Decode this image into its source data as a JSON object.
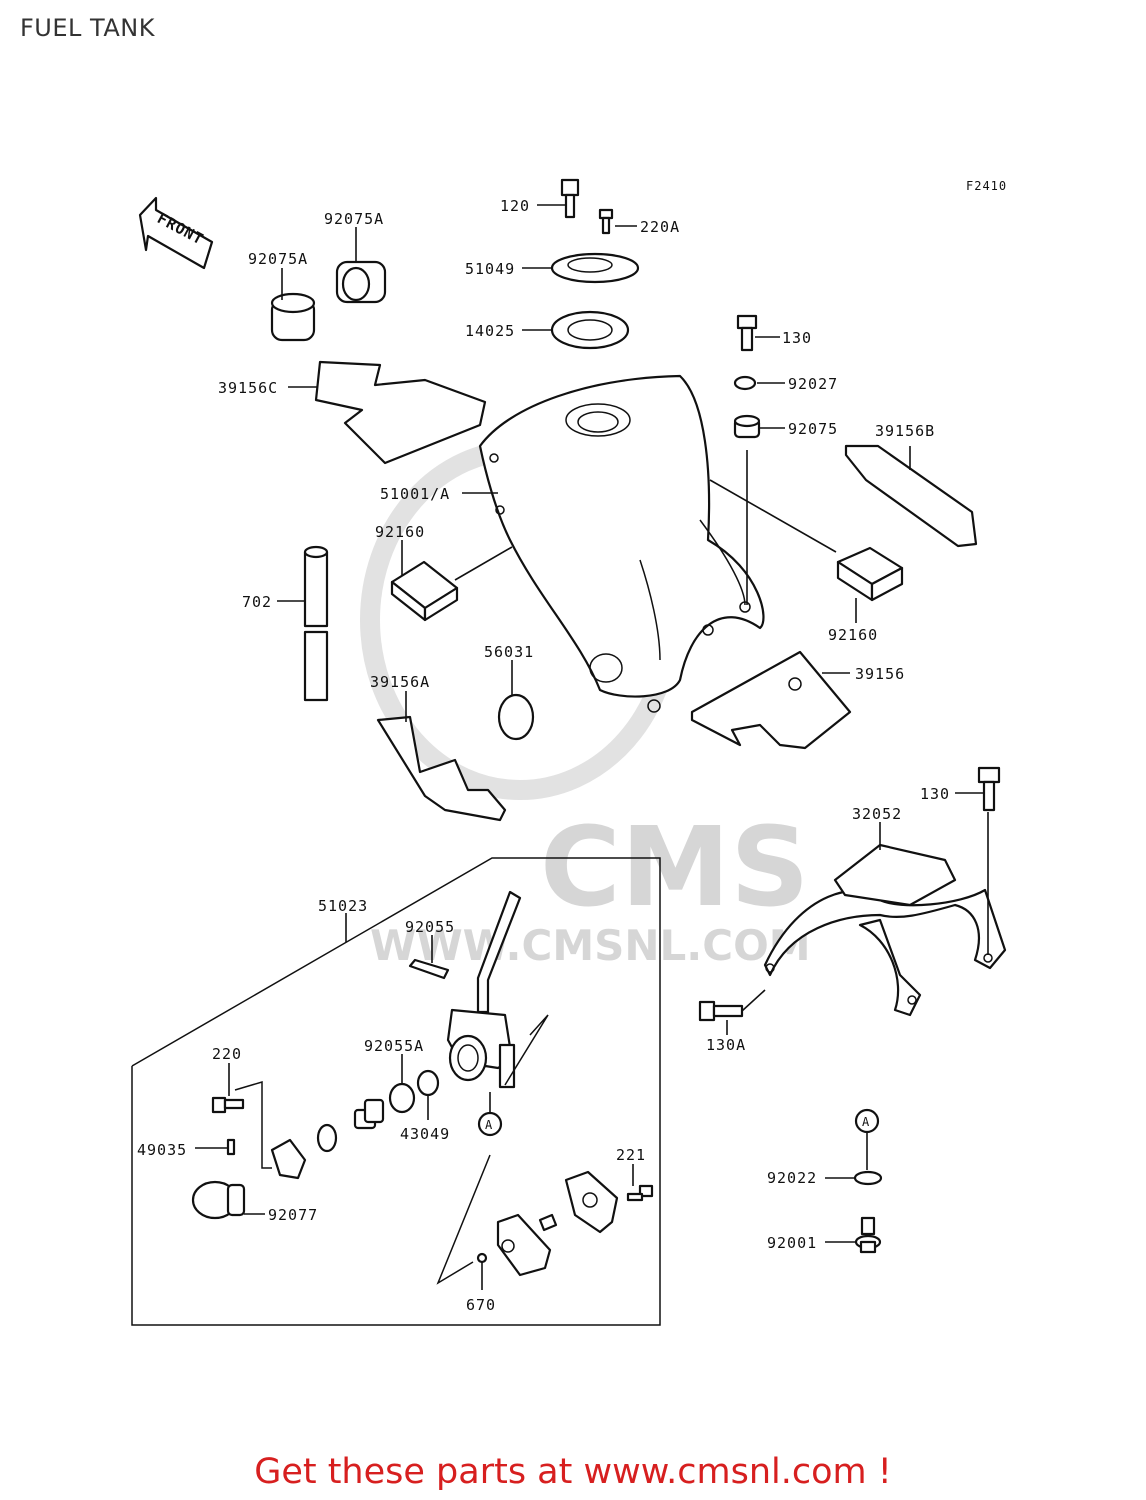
{
  "title": "FUEL TANK",
  "code": "F2410",
  "front_label": "FRONT",
  "watermark": {
    "brand": "CMS",
    "url": "WWW.CMSNL.COM"
  },
  "footer": "Get these parts at www.cmsnl.com !",
  "ref_marker": "A",
  "labels": {
    "p120": "120",
    "p220a": "220A",
    "p51049": "51049",
    "p14025": "14025",
    "p92075a_1": "92075A",
    "p92075a_2": "92075A",
    "p39156c": "39156C",
    "p130_top": "130",
    "p92027": "92027",
    "p92075": "92075",
    "p39156b": "39156B",
    "p51001a": "51001/A",
    "p92160_l": "92160",
    "p92160_r": "92160",
    "p702": "702",
    "p56031": "56031",
    "p39156a": "39156A",
    "p39156": "39156",
    "p130_mid": "130",
    "p32052": "32052",
    "p130a": "130A",
    "p51023": "51023",
    "p92055": "92055",
    "p92055a": "92055A",
    "p220": "220",
    "p43049": "43049",
    "p49035": "49035",
    "p92077": "92077",
    "p221": "221",
    "p670": "670",
    "p92022": "92022",
    "p92001": "92001"
  }
}
